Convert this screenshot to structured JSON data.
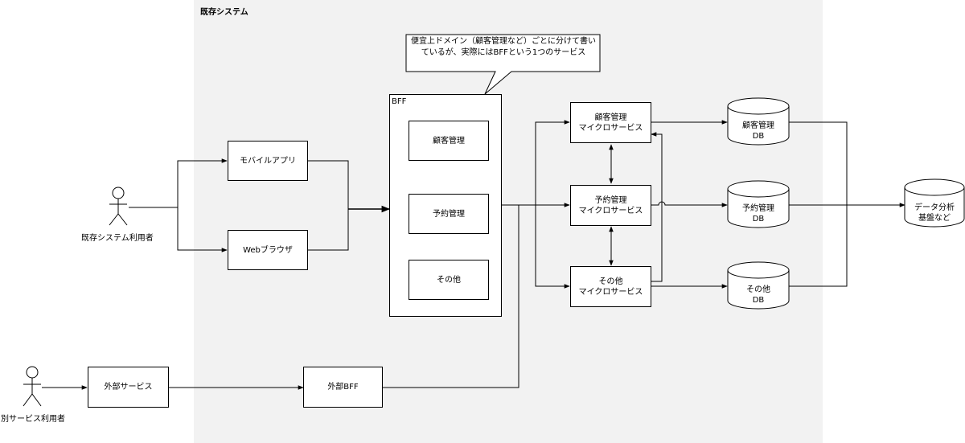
{
  "region": {
    "label": "既存システム"
  },
  "actors": {
    "existing_user": "既存システム利用者",
    "other_user": "別サービス利用者"
  },
  "clients": {
    "mobile_app": "モバイルアプリ",
    "web_browser": "Webブラウザ",
    "external_service": "外部サービス",
    "external_bff": "外部BFF"
  },
  "bff": {
    "title": "BFF",
    "modules": [
      "顧客管理",
      "予約管理",
      "その他"
    ]
  },
  "callout": {
    "text": "便宜上ドメイン（顧客管理など）ごとに分けて書いているが、実際にはBFFという1つのサービス"
  },
  "microservices": {
    "customer": "顧客管理\nマイクロサービス",
    "reservation": "予約管理\nマイクロサービス",
    "other": "その他\nマイクロサービス"
  },
  "databases": {
    "customer_db": "顧客管理\nDB",
    "reservation_db": "予約管理\nDB",
    "other_db": "その他\nDB",
    "analytics": "データ分析\n基盤など"
  },
  "colors": {
    "region_fill": "#f2f2f2",
    "stroke": "#000000",
    "node_fill": "#ffffff"
  }
}
